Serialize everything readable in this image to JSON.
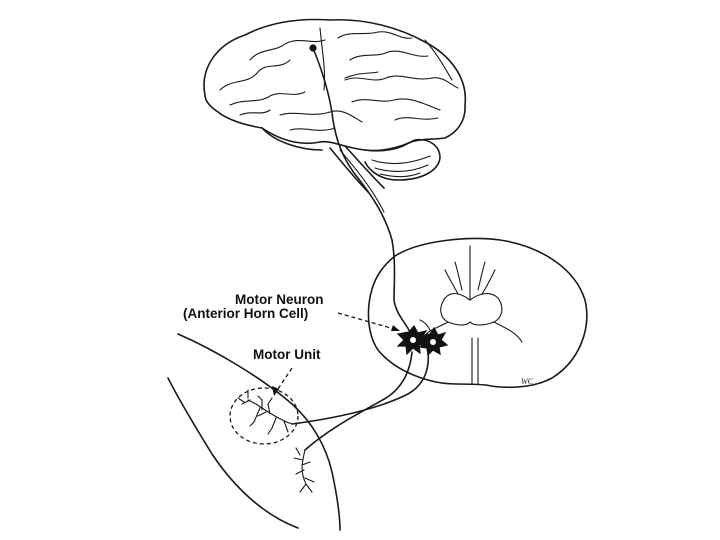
{
  "labels": {
    "motor_neuron_line1": "Motor Neuron",
    "motor_neuron_line2": "(Anterior Horn Cell)",
    "motor_unit": "Motor Unit",
    "artist_signature": "WC"
  },
  "colors": {
    "background": "#ffffff",
    "ink": "#1a1a1a"
  }
}
